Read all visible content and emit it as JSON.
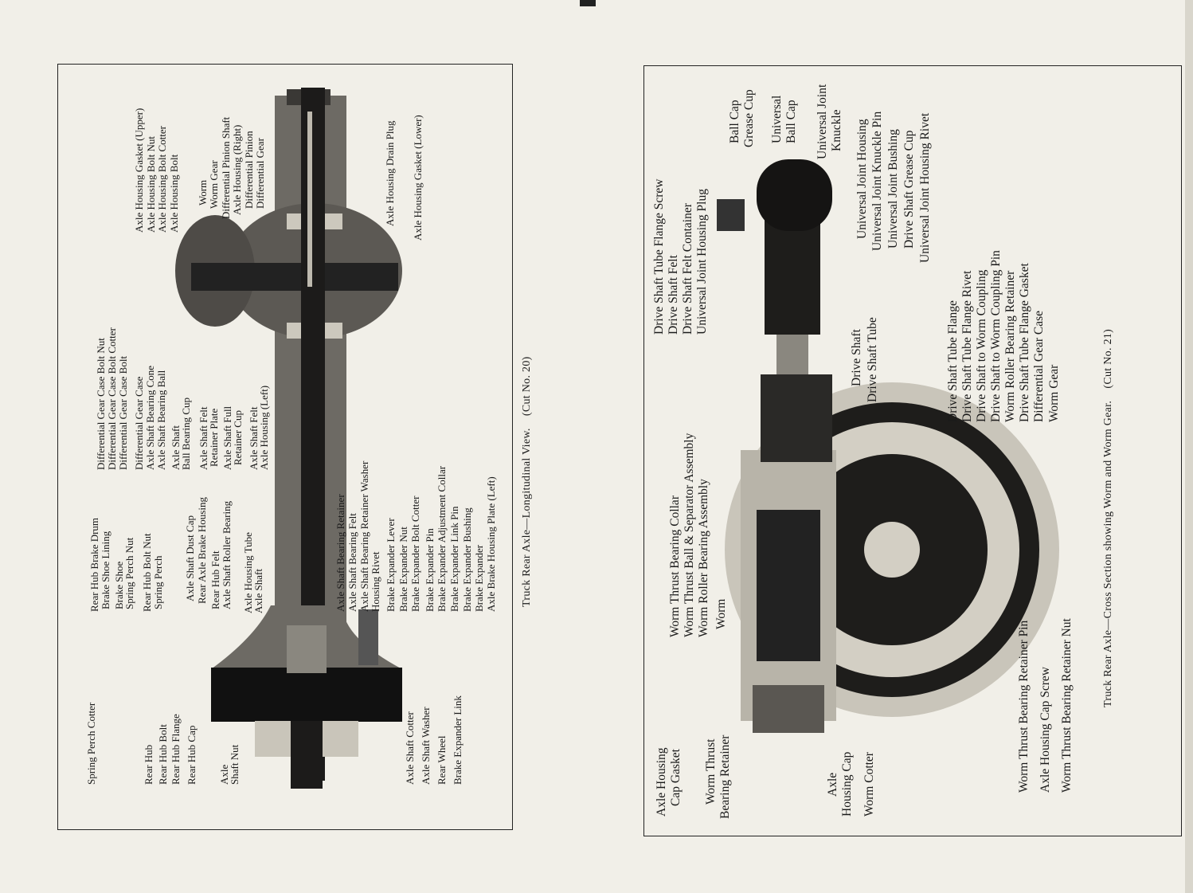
{
  "left_page": {
    "caption": "Truck Rear Axle—Longitudinal View.",
    "cut": "(Cut No. 20)",
    "labels": [
      "Axle Housing Gasket (Upper)",
      "Axle Housing Bolt Nut",
      "Axle Housing Bolt Cotter",
      "Axle Housing Bolt",
      "Worm",
      "Worm Gear",
      "Differential Pinion Shaft",
      "Axle Housing (Right)",
      "Differential Pinion",
      "Differential Gear",
      "Axle Housing Drain Plug",
      "Axle Housing Gasket (Lower)",
      "Differential Gear Case Bolt Nut",
      "Differential Gear Case Bolt Cotter",
      "Differential Gear Case Bolt",
      "Differential Gear Case",
      "Axle Shaft Bearing Cone",
      "Axle Shaft Bearing Ball",
      "Axle Shaft",
      "Ball Bearing Cup",
      "Axle Shaft Felt",
      "Retainer Plate",
      "Axle Shaft Full",
      "Retainer Cup",
      "Axle Shaft Felt",
      "Axle Housing (Left)",
      "Rear Hub Brake Drum",
      "Brake Shoe Lining",
      "Brake Shoe",
      "Spring Perch Nut",
      "Rear Hub Bolt Nut",
      "Spring Perch",
      "Axle Shaft Dust Cap",
      "Rear Axle Brake Housing",
      "Rear Hub Felt",
      "Axle Shaft Roller Bearing",
      "Axle Housing Tube",
      "Axle Shaft",
      "Axle Shaft Bearing Retainer",
      "Axle Shaft Bearing Felt",
      "Axle Shaft Bearing Retainer Washer",
      "Housing Rivet",
      "Brake Expander Lever",
      "Brake Expander Nut",
      "Brake Expander Bolt Cotter",
      "Brake Expander Pin",
      "Brake Expander Adjustment Collar",
      "Brake Expander Link Pin",
      "Brake Expander Bushing",
      "Brake Expander",
      "Axle Brake Housing Plate (Left)",
      "Spring Perch Cotter",
      "Rear Hub",
      "Rear Hub Bolt",
      "Rear Hub Flange",
      "Rear Hub Cap",
      "Axle",
      "Shaft Nut",
      "Axle Shaft Cotter",
      "Axle Shaft Washer",
      "Rear Wheel",
      "Brake Expander Link"
    ]
  },
  "right_page": {
    "caption": "Truck Rear Axle—Cross Section showing Worm and Worm Gear.",
    "cut": "(Cut No. 21)",
    "labels": [
      "Drive Shaft Tube Flange Screw",
      "Drive Shaft Felt",
      "Drive Shaft Felt Container",
      "Universal Joint Housing Plug",
      "Ball Cap",
      "Grease Cup",
      "Universal",
      "Ball Cap",
      "Universal Joint",
      "Knuckle",
      "Universal Joint Housing",
      "Universal Joint Knuckle Pin",
      "Universal Joint Bushing",
      "Drive Shaft Grease Cup",
      "Universal Joint Housing Rivet",
      "Drive Shaft",
      "Drive Shaft Tube",
      "Drive Shaft Tube Flange",
      "Drive Shaft Tube Flange Rivet",
      "Drive Shaft to Worm Coupling",
      "Drive Shaft to Worm Coupling Pin",
      "Worm Roller Bearing Retainer",
      "Drive Shaft Tube Flange Gasket",
      "Differential Gear Case",
      "Worm Gear",
      "Worm Thrust Bearing Collar",
      "Worm Thrust Ball & Separator Assembly",
      "Worm Roller Bearing Assembly",
      "Worm",
      "Axle Housing",
      "Cap Gasket",
      "Worm Thrust",
      "Bearing Retainer",
      "Axle",
      "Housing Cap",
      "Worm Cotter",
      "Worm Thrust Bearing Retainer Pin",
      "Axle Housing Cap Screw",
      "Worm Thrust Bearing Retainer Nut"
    ]
  }
}
